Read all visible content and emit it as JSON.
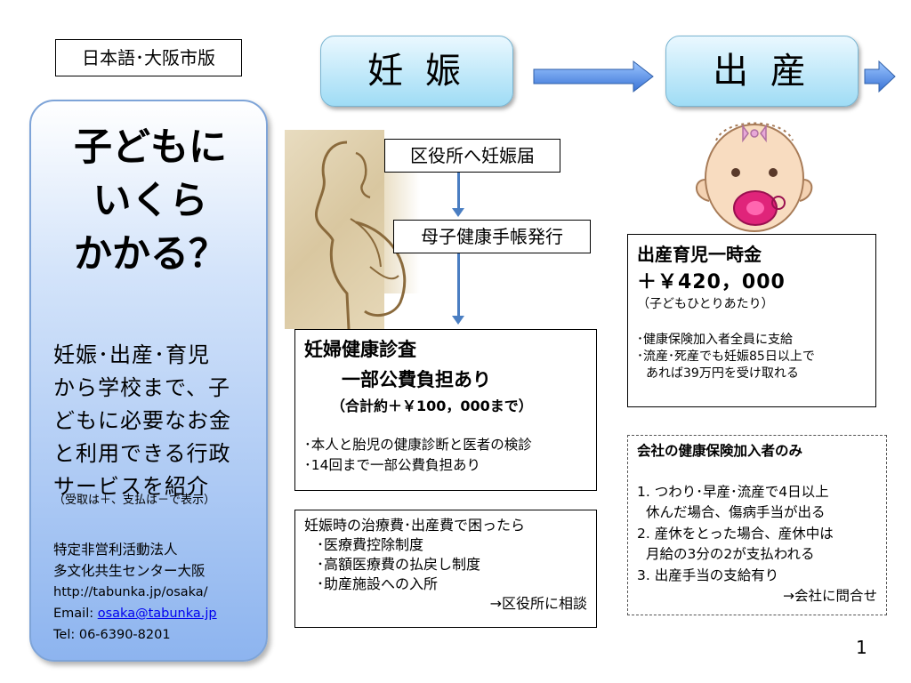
{
  "language_label": "日本語･大阪市版",
  "stages": [
    "妊 娠",
    "出 産"
  ],
  "sidebar": {
    "title_lines": [
      "子どもに",
      "いくら",
      "かかる？"
    ],
    "desc_lines": [
      "妊娠･出産･育児",
      "から学校まで、子",
      "どもに必要なお金",
      "と利用できる行政",
      "サービスを紹介"
    ],
    "note": "（受取は＋、支払は－で表示）",
    "org_type": "特定非営利活動法人",
    "org_name": "多文化共生センター大阪",
    "url": "http://tabunka.jp/osaka/",
    "email_label": "Email: ",
    "email": "osaka@tabunka.jp",
    "tel": "Tel: 06-6390-8201"
  },
  "flow": {
    "step1": "区役所へ妊娠届",
    "step2": "母子健康手帳発行"
  },
  "checkup": {
    "title1": "妊婦健康診査",
    "title2": "一部公費負担あり",
    "amount": "（合計約＋￥100，000まで）",
    "items": [
      "･本人と胎児の健康診断と医者の検診",
      "･14回まで一部公費負担あり"
    ]
  },
  "trouble": {
    "title": "妊娠時の治療費･出産費で困ったら",
    "items": [
      "･医療費控除制度",
      "･高額医療費の払戻し制度",
      "･助産施設への入所"
    ],
    "footer": "→区役所に相談"
  },
  "birth": {
    "title": "出産育児一時金",
    "amount": "＋￥420，000",
    "note": "（子どもひとりあたり）",
    "item1": "･健康保険加入者全員に支給",
    "item2_l1": "･流産･死産でも妊娠85日以上で",
    "item2_l2": "あれば39万円を受け取れる"
  },
  "insurance": {
    "title": "会社の健康保険加入者のみ",
    "lines": [
      "1. つわり･早産･流産で4日以上",
      "休んだ場合、傷病手当が出る",
      "2. 産休をとった場合、産休中は",
      "月給の3分の2が支払われる",
      "3. 出産手当の支給有り"
    ],
    "footer": "→会社に問合せ"
  },
  "page_number": "1"
}
